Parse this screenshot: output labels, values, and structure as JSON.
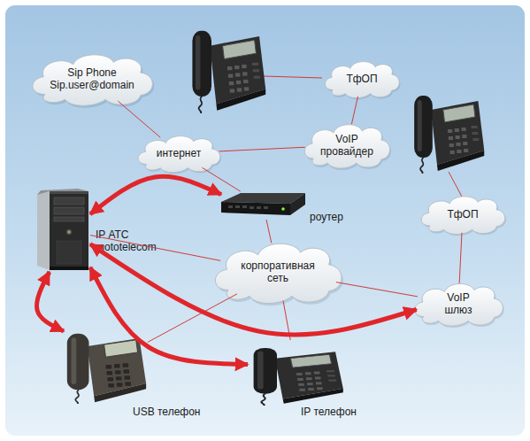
{
  "diagram": {
    "nodes": [
      {
        "text": [
          "Sip Phone Sip.user@domain"
        ]
      },
      {
        "text": [
          "ТфОП"
        ]
      },
      {
        "text": [
          "интернет"
        ]
      },
      {
        "text": [
          "VoIP провайдер"
        ]
      },
      {
        "text": [
          "IP АТС mototelecom"
        ]
      },
      {
        "text": [
          "роутер"
        ]
      },
      {
        "text": [
          "ТфОП"
        ]
      },
      {
        "text": [
          "корпоративная сеть"
        ]
      },
      {
        "text": [
          "VoIP шлюз"
        ]
      },
      {
        "text": [
          "USB телефон"
        ]
      },
      {
        "text": [
          "IP телефон"
        ]
      }
    ],
    "edges": [
      {
        "from": 0,
        "to": 2,
        "arrow": "none"
      },
      {
        "from": 1,
        "to": 3,
        "arrow": "none"
      },
      {
        "from": 2,
        "to": 3,
        "arrow": "none"
      },
      {
        "from": 2,
        "to": 5,
        "arrow": "none"
      },
      {
        "from": 5,
        "to": 7,
        "arrow": "none"
      },
      {
        "from": 6,
        "to": 8,
        "arrow": "none"
      },
      {
        "from": 4,
        "to": 7,
        "arrow": "none"
      },
      {
        "from": 7,
        "to": 8,
        "arrow": "none"
      },
      {
        "from": 7,
        "to": 9,
        "arrow": "none"
      },
      {
        "from": 7,
        "to": 10,
        "arrow": "none"
      },
      {
        "from": 4,
        "to": 5,
        "arrow": "both"
      },
      {
        "from": 4,
        "to": 9,
        "arrow": "both"
      },
      {
        "from": 4,
        "to": 10,
        "arrow": "both"
      },
      {
        "from": 4,
        "to": 8,
        "arrow": "both"
      }
    ]
  }
}
